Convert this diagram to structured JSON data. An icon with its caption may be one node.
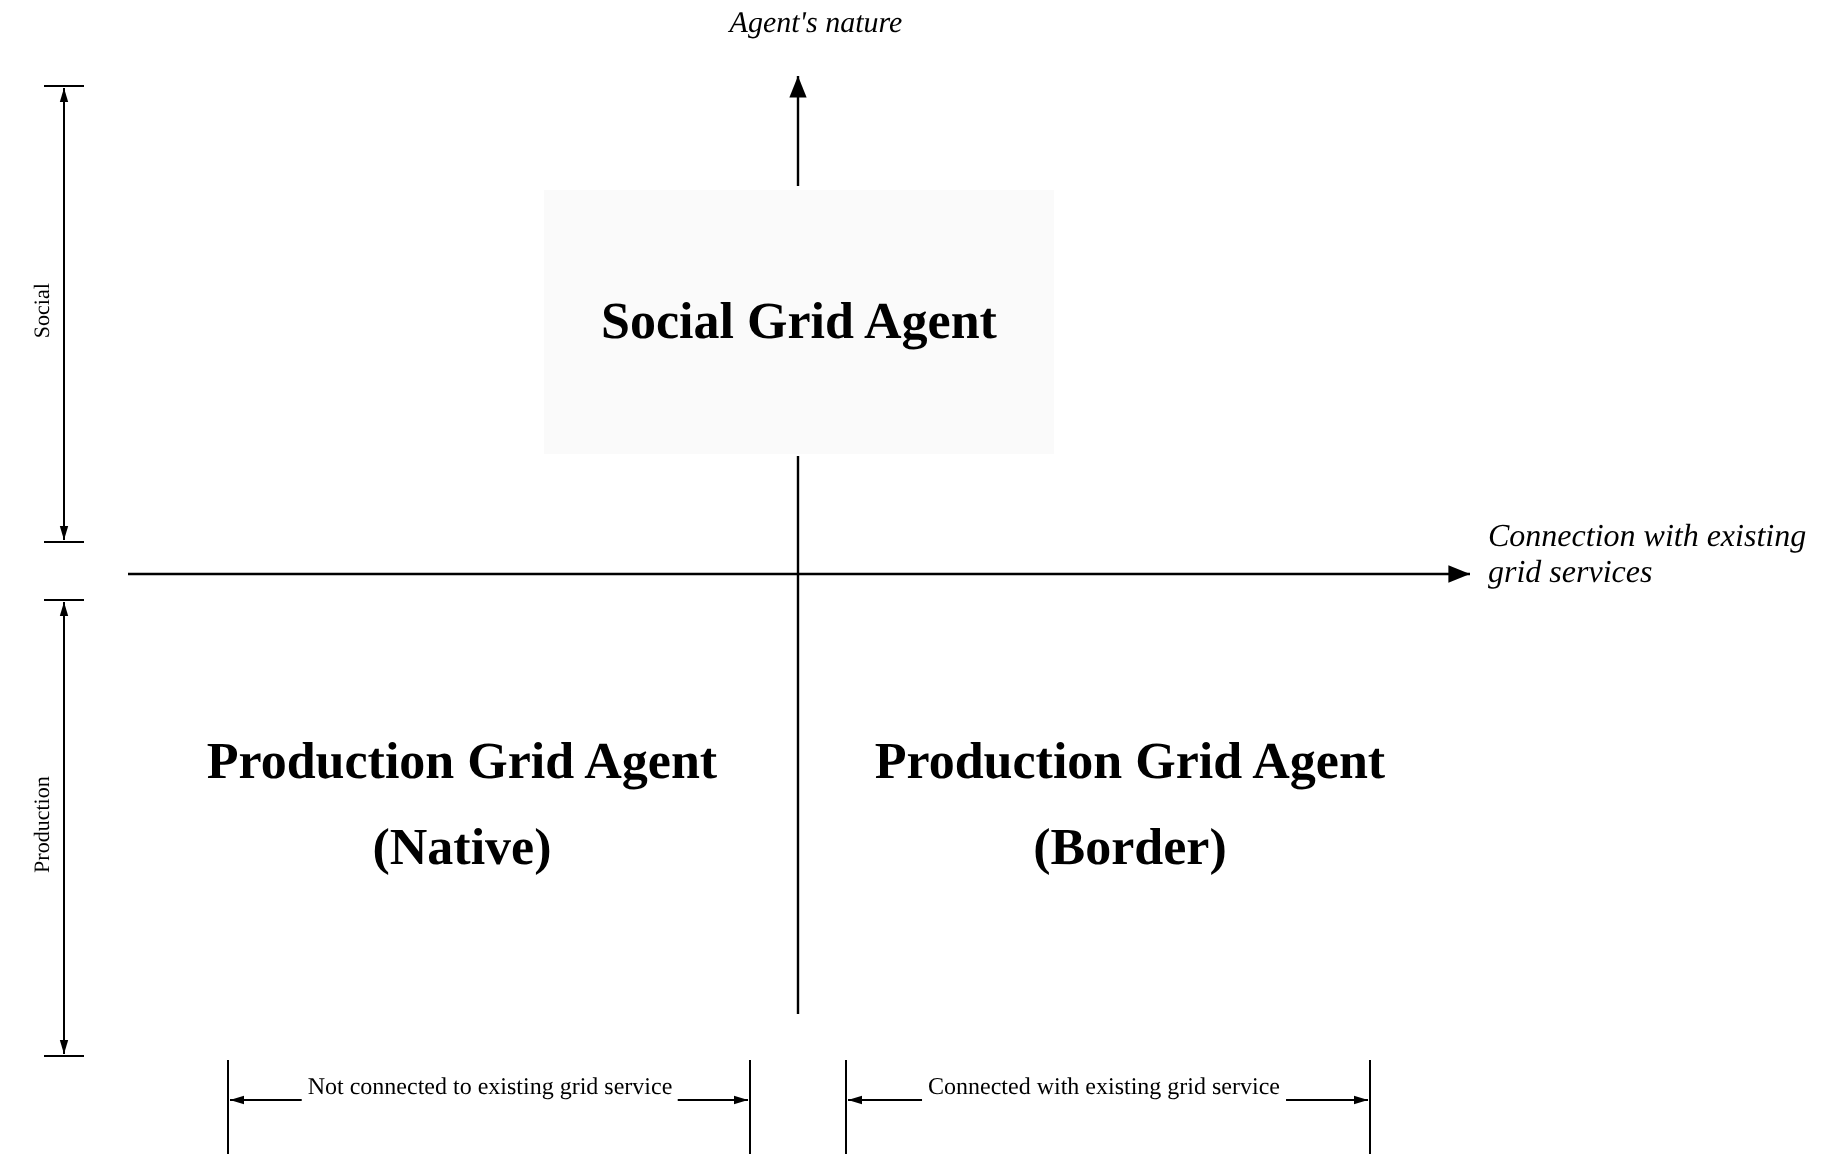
{
  "diagram": {
    "nodes": [
      {
        "text": [
          "Social Grid Agent"
        ]
      }
    ],
    "labels": [
      "Agent's nature",
      "Social",
      "Connection with existing grid services",
      "Production",
      "Production Grid Agent (Native)",
      "Production Grid Agent (Border)",
      "Not connected to existing grid service",
      "Connected with existing grid service"
    ]
  }
}
